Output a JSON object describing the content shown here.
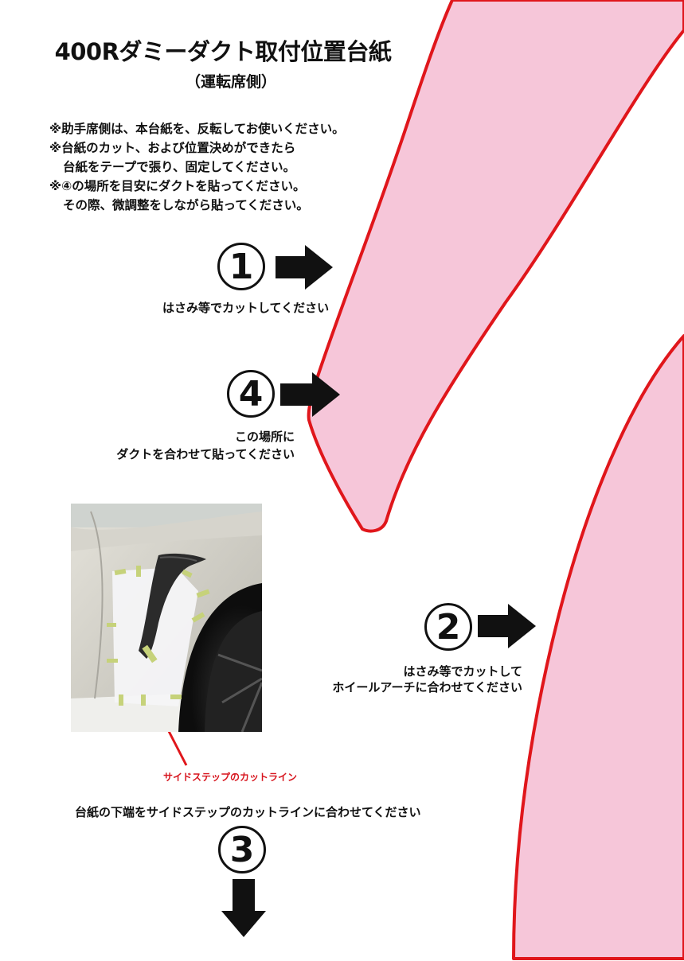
{
  "title": "400Rダミーダクト取付位置台紙",
  "subtitle": "（運転席側）",
  "notes": [
    "※助手席側は、本台紙を、反転してお使いください。",
    "※台紙のカット、および位置決めができたら",
    "台紙をテープで張り、固定してください。",
    "※④の場所を目安にダクトを貼ってください。",
    "その際、微調整をしながら貼ってください。"
  ],
  "steps": {
    "s1": {
      "number": "1",
      "label": "はさみ等でカットしてください"
    },
    "s4": {
      "number": "4",
      "label_line1": "この場所に",
      "label_line2": "ダクトを合わせて貼ってください"
    },
    "s2": {
      "number": "2",
      "label_line1": "はさみ等でカットして",
      "label_line2": "ホイールアーチに合わせてください"
    },
    "s3": {
      "number": "3",
      "label": "台紙の下端をサイドステップのカットラインに合わせてください"
    }
  },
  "photo_caption": "サイドステップのカットライン",
  "colors": {
    "template_fill": "#f6c6d9",
    "template_outline": "#e0161b",
    "arrow": "#111111",
    "caption_red": "#d7141d"
  }
}
